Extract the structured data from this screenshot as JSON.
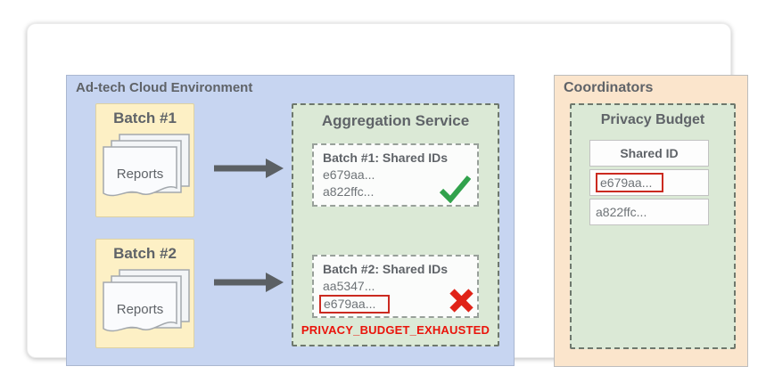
{
  "adtech": {
    "title": "Ad-tech Cloud Environment",
    "batches": [
      {
        "label": "Batch #1",
        "papers_label": "Reports"
      },
      {
        "label": "Batch #2",
        "papers_label": "Reports"
      }
    ],
    "aggregation": {
      "title": "Aggregation Service",
      "results": [
        {
          "title": "Batch #1: Shared IDs",
          "ids": [
            "e679aa...",
            "a822ffc..."
          ],
          "status": "accepted"
        },
        {
          "title": "Batch #2: Shared IDs",
          "ids": [
            "aa5347...",
            "e679aa..."
          ],
          "status": "rejected",
          "duplicate_id": "e679aa..."
        }
      ],
      "error_label": "PRIVACY_BUDGET_EXHAUSTED"
    }
  },
  "coordinators": {
    "title": "Coordinators",
    "privacy_budget": {
      "title": "Privacy Budget",
      "table": {
        "header": "Shared ID",
        "rows": [
          "e679aa...",
          "a822ffc..."
        ],
        "highlighted_row": "e679aa..."
      }
    }
  },
  "icons": {
    "flow": "arrow-right-icon",
    "reports": "document-stack-icon",
    "success": "check-icon",
    "failure": "x-icon"
  },
  "colors": {
    "adtech_panel_bg": "#c7d5f1",
    "coordinators_panel_bg": "#fbe5cc",
    "batch_bg": "#fdf0c5",
    "service_bg": "#dbe9d6",
    "success_green": "#31a24c",
    "failure_red": "#e02318",
    "highlight_box_red": "#cb2a20",
    "error_text_red": "#ea140b",
    "label_gray": "#5f6368"
  }
}
